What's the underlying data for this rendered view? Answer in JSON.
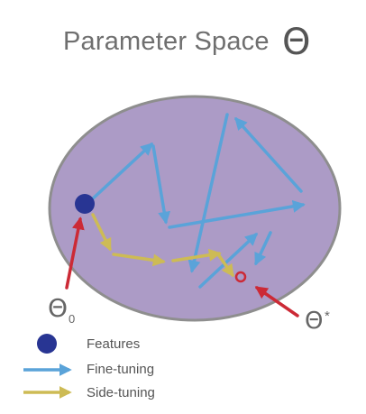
{
  "title": "Parameter Space",
  "title_symbol": "Θ",
  "labels": {
    "theta0_symbol": "Θ",
    "theta0_subscript": "0",
    "theta_star_symbol": "Θ",
    "theta_star_superscript": "*"
  },
  "legend": [
    {
      "label": "Features",
      "icon": "dot-icon"
    },
    {
      "label": "Fine-tuning",
      "icon": "blue-arrow-icon"
    },
    {
      "label": "Side-tuning",
      "icon": "yellow-arrow-icon"
    }
  ],
  "colors": {
    "region_fill": "#ac9bc6",
    "region_stroke": "#8e8e8e",
    "features_dot": "#283593",
    "fine_tuning": "#5aa3d9",
    "side_tuning": "#cdbb55",
    "pointer": "#cc2a36",
    "target": "#cc2a36"
  }
}
